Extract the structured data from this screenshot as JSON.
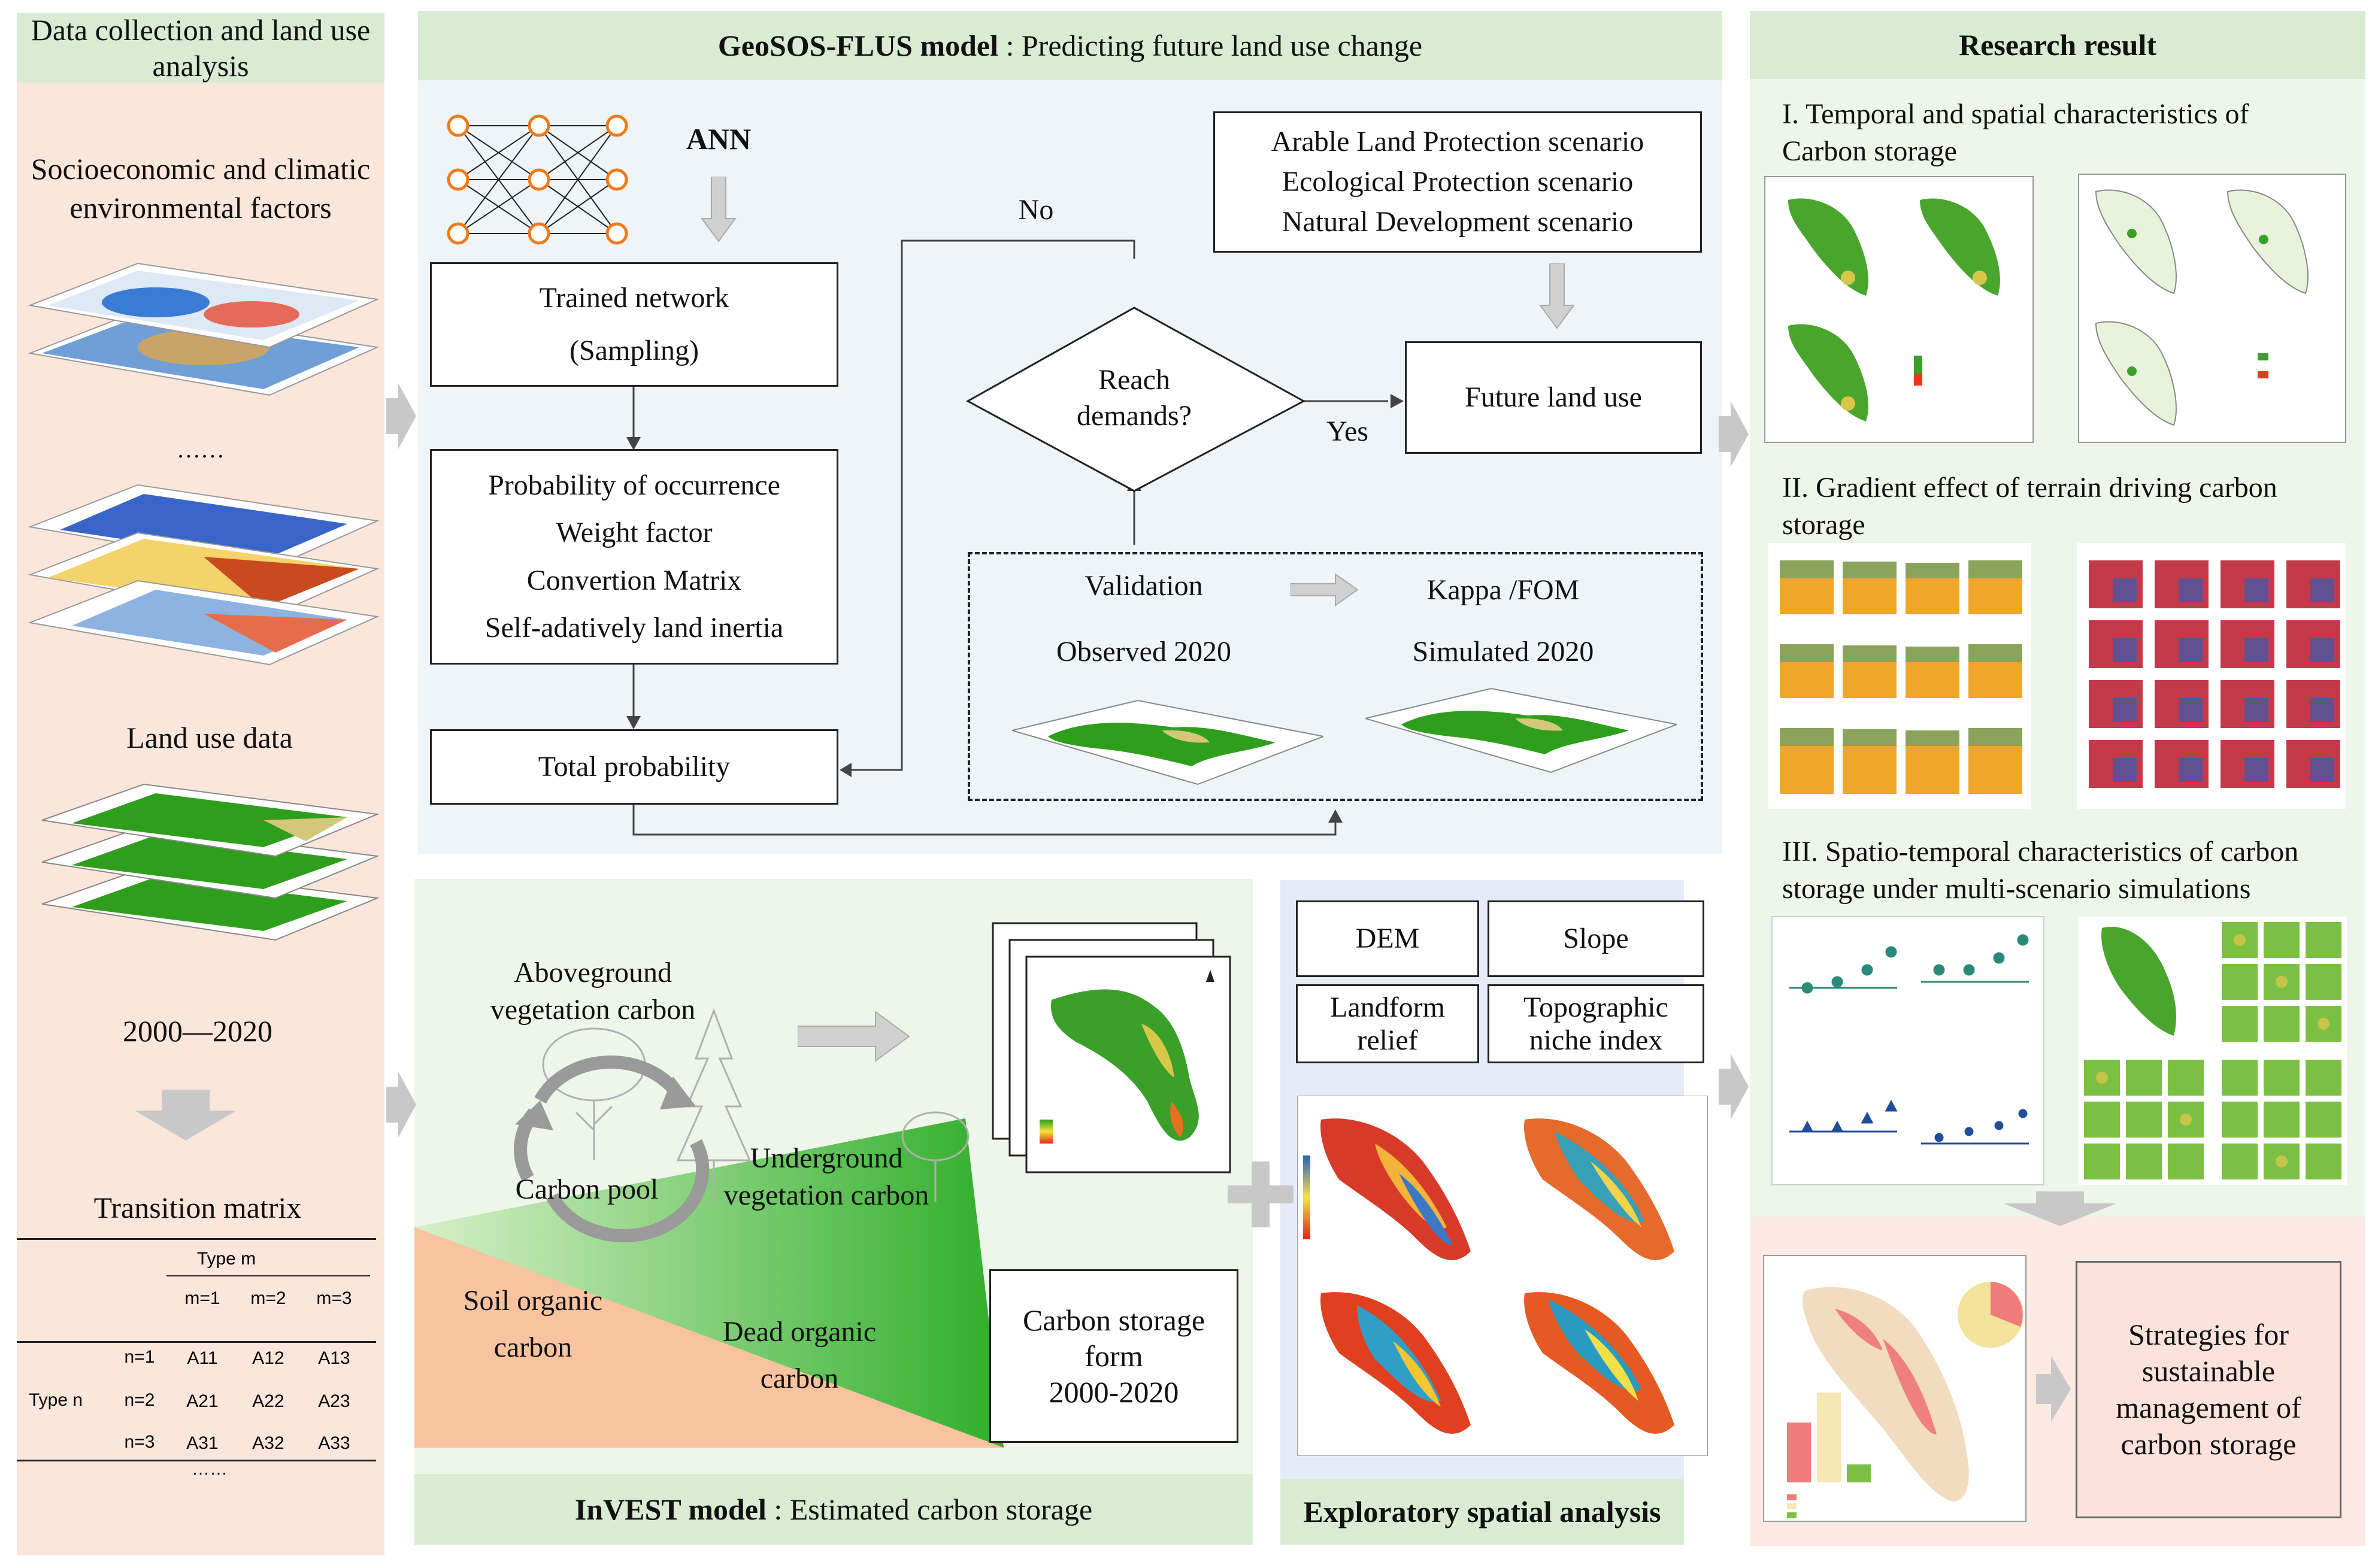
{
  "left": {
    "header": "Data collection and land use analysis",
    "factors_title": "Socioeconomic and climatic environmental factors",
    "ellipsis": "……",
    "land_use_title": "Land use data",
    "years": "2000—2020",
    "transition_title": "Transition matrix",
    "matrix": {
      "type_m": "Type m",
      "type_n": "Type n",
      "cols": [
        "m=1",
        "m=2",
        "m=3"
      ],
      "rows": [
        "n=1",
        "n=2",
        "n=3"
      ],
      "cells": [
        [
          "A11",
          "A12",
          "A13"
        ],
        [
          "A21",
          "A22",
          "A23"
        ],
        [
          "A31",
          "A32",
          "A33"
        ]
      ],
      "ellipsis": "……"
    }
  },
  "flus": {
    "header_bold": "GeoSOS-FLUS model",
    "header_rest": ": Predicting  future land use change",
    "ann": "ANN",
    "trained_1": "Trained network",
    "trained_2": "(Sampling)",
    "prob_lines": [
      "Probability of occurrence",
      "Weight factor",
      "Convertion Matrix",
      "Self-adatively land inertia"
    ],
    "total": "Total probability",
    "no": "No",
    "yes": "Yes",
    "reach_1": "Reach",
    "reach_2": "demands?",
    "scenarios": [
      "Arable Land Protection scenario",
      "Ecological Protection scenario",
      "Natural Development scenario"
    ],
    "future": "Future land use",
    "validation": "Validation",
    "kappa": "Kappa /FOM",
    "observed": "Observed 2020",
    "simulated": "Simulated 2020"
  },
  "invest": {
    "header_bold": "InVEST model",
    "header_rest": ": Estimated carbon storage",
    "above_1": "Aboveground",
    "above_2": "vegetation carbon",
    "carbon_pool": "Carbon pool",
    "under_1": "Underground",
    "under_2": "vegetation carbon",
    "soil_1": "Soil organic",
    "soil_2": "carbon",
    "dead_1": "Dead organic",
    "dead_2": "carbon",
    "form_1": "Carbon storage",
    "form_2": "form",
    "form_3": "2000-2020"
  },
  "esa": {
    "header": "Exploratory spatial analysis",
    "dem": "DEM",
    "slope": "Slope",
    "landform_1": "Landform",
    "landform_2": "relief",
    "topo_1": "Topographic",
    "topo_2": "niche index"
  },
  "result": {
    "header": "Research result",
    "r1_1": "I. Temporal and spatial characteristics of",
    "r1_2": "Carbon storage",
    "r2_1": "II. Gradient effect of terrain driving carbon",
    "r2_2": "storage",
    "r3_1": "III. Spatio-temporal characteristics of carbon",
    "r3_2": "storage under multi-scenario simulations",
    "strategy": [
      "Strategies for",
      "sustainable",
      "management of",
      "carbon storage"
    ]
  },
  "colors": {
    "left_bg": "#fbe6dc",
    "header_green": "#d9ecd3",
    "flus_bg": "#eef4f8",
    "invest_bg": "#eef6ea",
    "esa_bg": "#e5ecf7",
    "result_bg": "#eef6ea",
    "strategy_bg": "#fbe3dc",
    "map_green": "#2f9e1c",
    "arrow_gray": "#c8c8c8"
  }
}
